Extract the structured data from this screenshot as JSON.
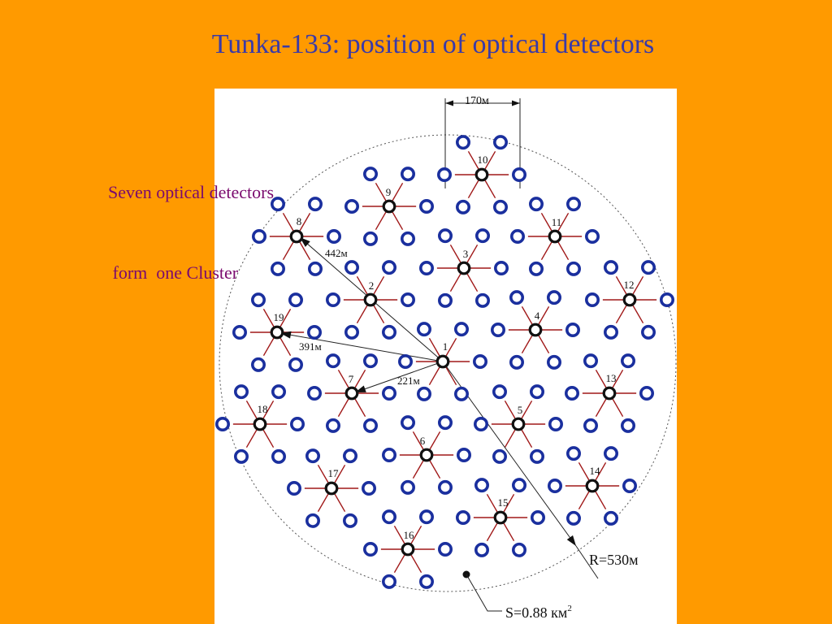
{
  "title": "Tunka-133: position of optical detectors",
  "caption": {
    "line1": "Seven optical detectors",
    "line2": " form  one Cluster"
  },
  "dimensions": {
    "spacing": "170м",
    "dist_8": "442м",
    "dist_19": "391м",
    "dist_7": "221м",
    "radius": "R=530м",
    "area": "S=0.88 км"
  },
  "area_superscript": "2",
  "clusters": [
    {
      "label": "1"
    },
    {
      "label": "2"
    },
    {
      "label": "3"
    },
    {
      "label": "4"
    },
    {
      "label": "5"
    },
    {
      "label": "6"
    },
    {
      "label": "7"
    },
    {
      "label": "8"
    },
    {
      "label": "9"
    },
    {
      "label": "10"
    },
    {
      "label": "11"
    },
    {
      "label": "12"
    },
    {
      "label": "13"
    },
    {
      "label": "14"
    },
    {
      "label": "15"
    },
    {
      "label": "16"
    },
    {
      "label": "17"
    },
    {
      "label": "18"
    },
    {
      "label": "19"
    }
  ],
  "colors": {
    "background": "#ff9a00",
    "title": "#3a3aa8",
    "caption": "#7a0a6e",
    "detector": "#1a2f9e",
    "spoke": "#a01818"
  }
}
